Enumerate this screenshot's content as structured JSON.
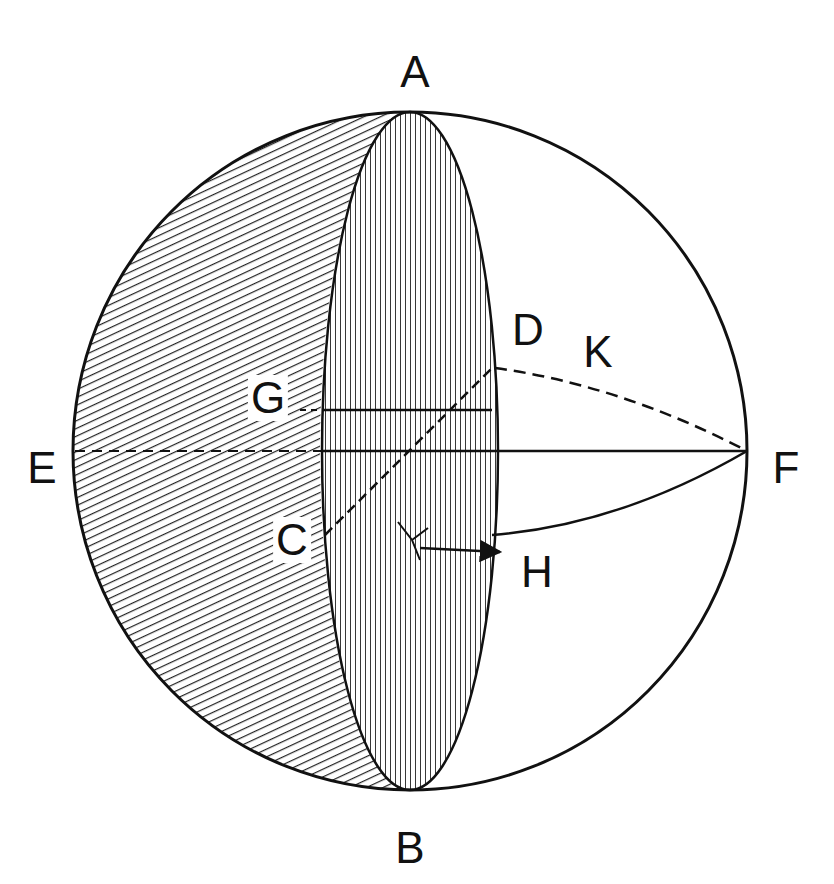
{
  "diagram": {
    "labels": [
      "A",
      "D",
      "K",
      "E",
      "F",
      "G",
      "C",
      "H",
      "B"
    ]
  }
}
